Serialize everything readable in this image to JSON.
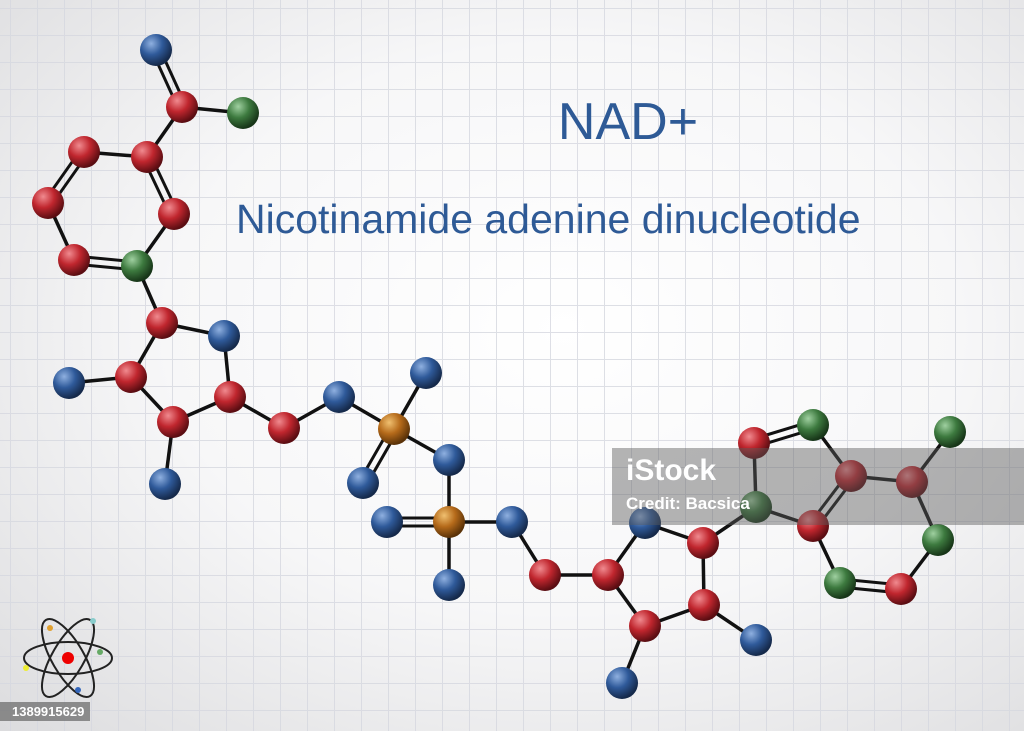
{
  "title": "NAD+",
  "subtitle": "Nicotinamide adenine dinucleotide",
  "watermark": {
    "logo": "iStock",
    "credit": "Credit: Bacsica"
  },
  "image_id": "1389915629",
  "colors": {
    "oxygen_blue": "#2f5a9a",
    "carbon_red": "#c0262e",
    "nitrogen_green": "#3d7a3f",
    "phosphorus_orange": "#b56a1a",
    "text": "#2e5a96"
  }
}
